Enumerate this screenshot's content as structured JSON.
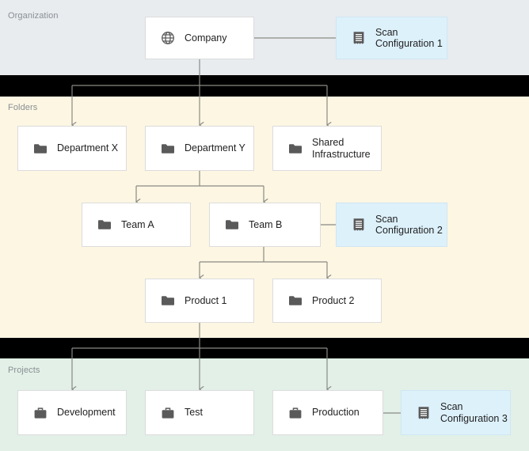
{
  "bands": [
    {
      "id": "organization",
      "label": "Organization",
      "color": "#e8ecef"
    },
    {
      "id": "folders",
      "label": "Folders",
      "color": "#fcf6e3"
    },
    {
      "id": "projects",
      "label": "Projects",
      "color": "#e2f0e7"
    }
  ],
  "colors": {
    "organization_band": "#e8ecef",
    "folders_band": "#fcf6e3",
    "projects_band": "#e2f0e7",
    "separator": "#000000",
    "node_fill": "#ffffff",
    "node_border": "#dcdcdc",
    "scan_fill": "#ddf1fb",
    "scan_border": "#cfe6f2",
    "icon": "#5a5a5a",
    "edge": "#8a8a85",
    "label_text": "#8a8f94",
    "node_text": "#1f1f1f"
  },
  "nodes": {
    "company": {
      "label": "Company",
      "icon": "globe-icon",
      "band": "organization"
    },
    "scan_config_1": {
      "label": "Scan\nConfiguration 1",
      "icon": "scan-config-icon",
      "band": "organization"
    },
    "department_x": {
      "label": "Department X",
      "icon": "folder-icon",
      "band": "folders"
    },
    "department_y": {
      "label": "Department Y",
      "icon": "folder-icon",
      "band": "folders"
    },
    "shared_infra": {
      "label": "Shared\nInfrastructure",
      "icon": "folder-icon",
      "band": "folders"
    },
    "team_a": {
      "label": "Team A",
      "icon": "folder-icon",
      "band": "folders"
    },
    "team_b": {
      "label": "Team B",
      "icon": "folder-icon",
      "band": "folders"
    },
    "scan_config_2": {
      "label": "Scan\nConfiguration 2",
      "icon": "scan-config-icon",
      "band": "folders"
    },
    "product_1": {
      "label": "Product 1",
      "icon": "folder-icon",
      "band": "folders"
    },
    "product_2": {
      "label": "Product 2",
      "icon": "folder-icon",
      "band": "folders"
    },
    "development": {
      "label": "Development",
      "icon": "briefcase-icon",
      "band": "projects"
    },
    "test": {
      "label": "Test",
      "icon": "briefcase-icon",
      "band": "projects"
    },
    "production": {
      "label": "Production",
      "icon": "briefcase-icon",
      "band": "projects"
    },
    "scan_config_3": {
      "label": "Scan\nConfiguration 3",
      "icon": "scan-config-icon",
      "band": "projects"
    }
  },
  "edges": [
    {
      "from": "company",
      "to": "scan_config_1",
      "type": "plain"
    },
    {
      "from": "company",
      "to": "department_x",
      "type": "arrow"
    },
    {
      "from": "company",
      "to": "department_y",
      "type": "arrow"
    },
    {
      "from": "company",
      "to": "shared_infra",
      "type": "arrow"
    },
    {
      "from": "department_y",
      "to": "team_a",
      "type": "arrow"
    },
    {
      "from": "department_y",
      "to": "team_b",
      "type": "arrow"
    },
    {
      "from": "team_b",
      "to": "scan_config_2",
      "type": "plain"
    },
    {
      "from": "team_b",
      "to": "product_1",
      "type": "arrow"
    },
    {
      "from": "team_b",
      "to": "product_2",
      "type": "arrow"
    },
    {
      "from": "product_1",
      "to": "development",
      "type": "arrow"
    },
    {
      "from": "product_1",
      "to": "test",
      "type": "arrow"
    },
    {
      "from": "product_1",
      "to": "production",
      "type": "arrow"
    },
    {
      "from": "production",
      "to": "scan_config_3",
      "type": "plain"
    }
  ]
}
